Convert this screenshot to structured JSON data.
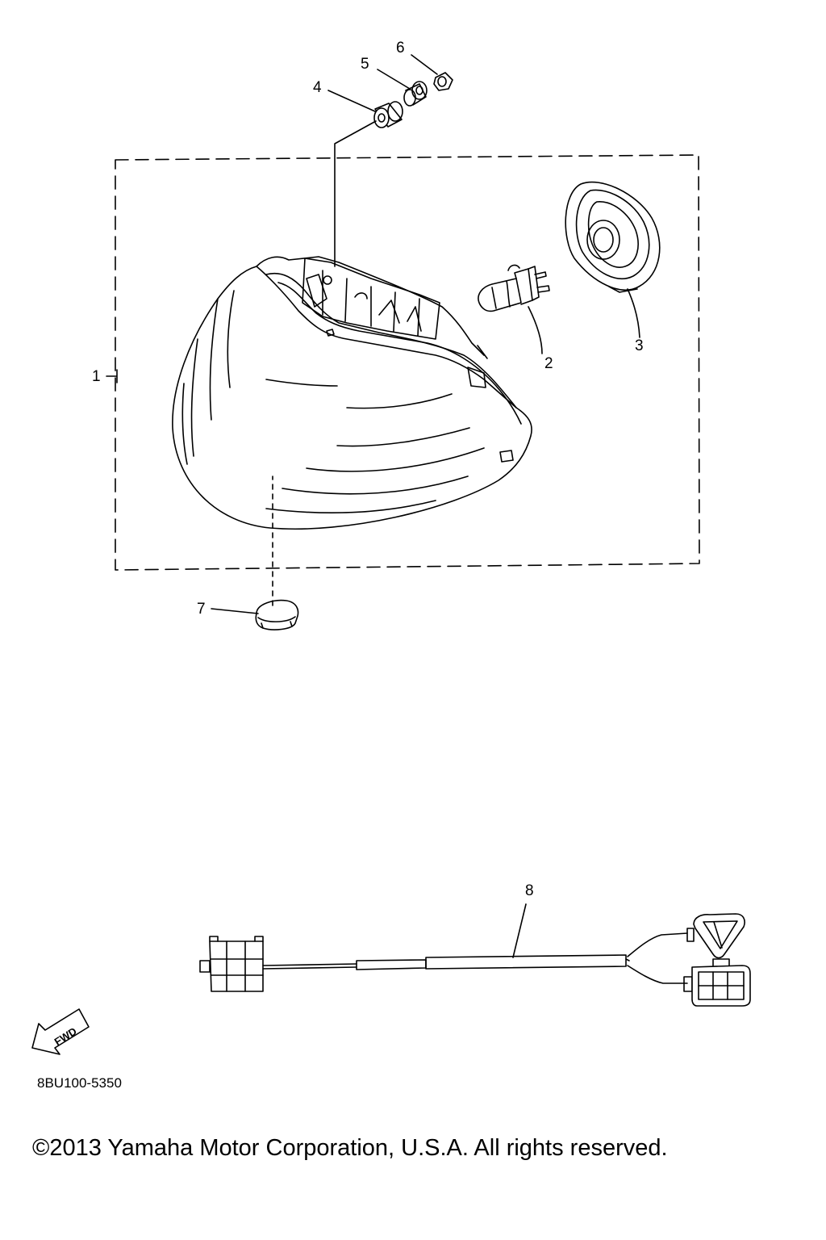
{
  "callouts": {
    "p1": "1",
    "p2": "2",
    "p3": "3",
    "p4": "4",
    "p5": "5",
    "p6": "6",
    "p7": "7",
    "p8": "8"
  },
  "fwd_label": "FWD",
  "drawing_code": "8BU100-5350",
  "copyright": "©2013 Yamaha Motor Corporation, U.S.A. All rights reserved."
}
